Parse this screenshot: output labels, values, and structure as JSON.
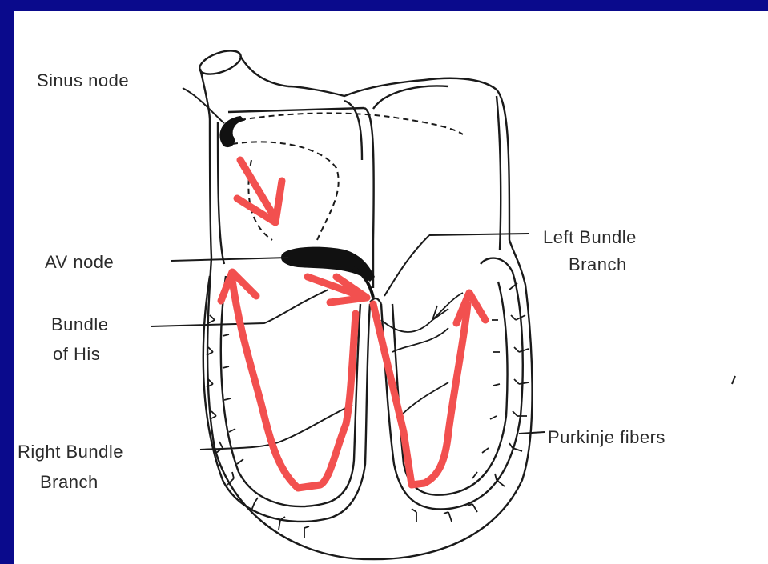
{
  "diagram": {
    "labels": {
      "sinus_node": "Sinus node",
      "av_node": "AV node",
      "bundle_line1": "Bundle",
      "bundle_line2": "of His",
      "left_bundle_line1": "Left Bundle",
      "left_bundle_line2": "Branch",
      "purkinje": "Purkinje fibers",
      "right_bundle_line1": "Right Bundle",
      "right_bundle_line2": "Branch"
    },
    "colors": {
      "frame": "#0a0a8c",
      "outline": "#1a1a1a",
      "arrow": "#f2504f",
      "node": "#111111"
    }
  }
}
